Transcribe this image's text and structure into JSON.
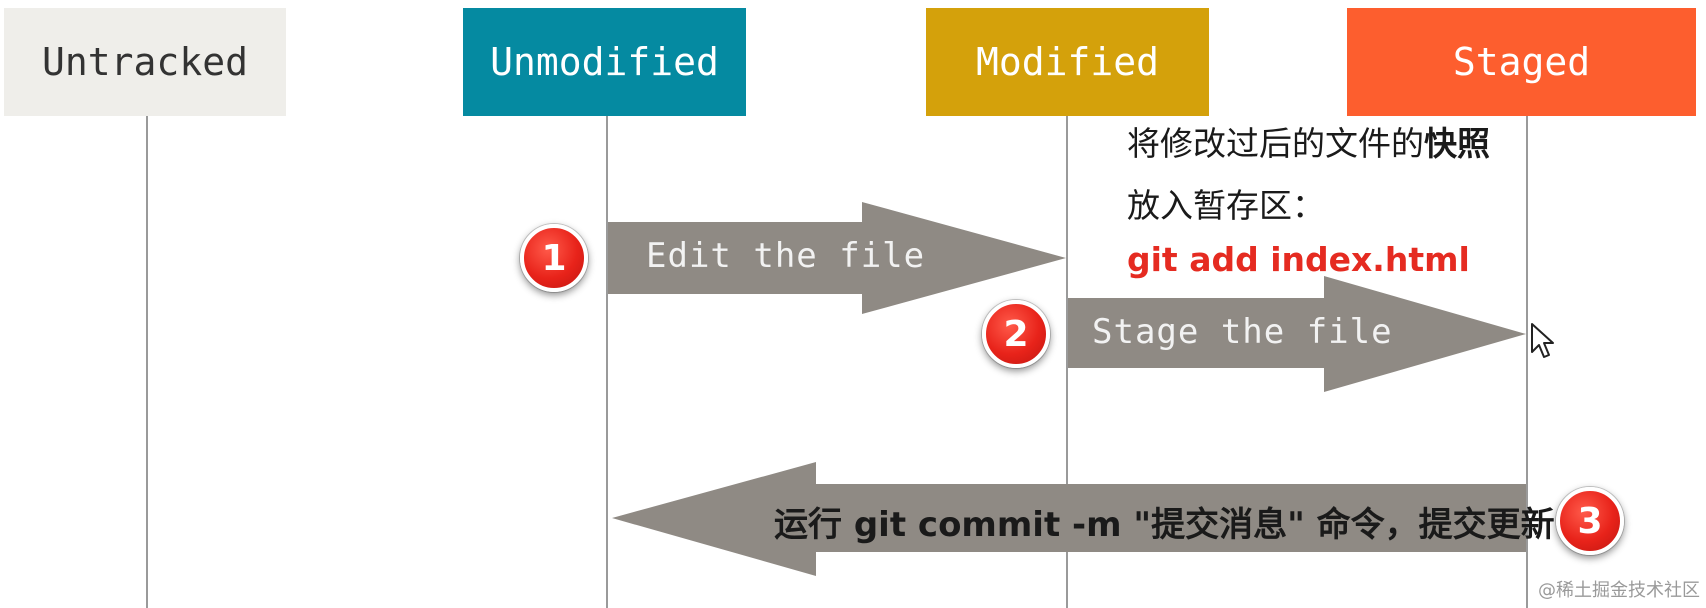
{
  "states": {
    "untracked": {
      "label": "Untracked",
      "bg": "#efeeea",
      "fg": "#333333"
    },
    "unmodified": {
      "label": "Unmodified",
      "bg": "#058aa1",
      "fg": "#ffffff"
    },
    "modified": {
      "label": "Modified",
      "bg": "#d4a10b",
      "fg": "#ffffff"
    },
    "staged": {
      "label": "Staged",
      "bg": "#fd5e2e",
      "fg": "#ffffff"
    }
  },
  "arrows": {
    "edit": {
      "label": "Edit the file",
      "badge": "1"
    },
    "stage": {
      "label": "Stage the file",
      "badge": "2"
    },
    "commit": {
      "label": "运行 git commit -m \"提交消息\" 命令，提交更新",
      "badge": "3"
    }
  },
  "note": {
    "line1_prefix": "将修改过后的文件的",
    "line1_bold": "快照",
    "line2": "放入暂存区：",
    "command": "git add index.html"
  },
  "colors": {
    "arrow": "#8f8a84",
    "lifeline": "#9a9a9a",
    "badge": "#e8231a",
    "command": "#e52b21"
  },
  "watermark": "@稀土掘金技术社区"
}
